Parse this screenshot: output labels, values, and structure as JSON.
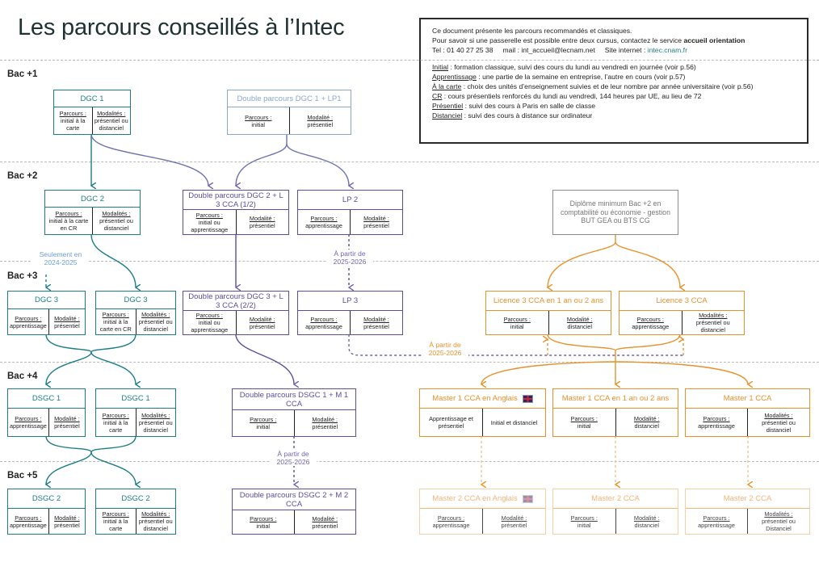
{
  "title": "Les parcours conseillés à l’Intec",
  "info": {
    "intro1": "Ce document présente les parcours recommandés et classiques.",
    "intro2_pre": "Pour savoir si une passerelle est possible entre deux cursus, contactez le service ",
    "intro2_bold": "accueil orientation",
    "tel": "Tel : 01 40 27 25 38",
    "mail": "mail : int_accueil@lecnam.net",
    "site_label": "Site internet : ",
    "site": "intec.cnam.fr",
    "defs": [
      {
        "term": "Initial",
        "text": " : formation classique, suivi des cours du lundi au vendredi en journée (voir p.56)"
      },
      {
        "term": "Apprentissage",
        "text": " : une partie de la semaine en entreprise, l’autre en cours (voir p.57)"
      },
      {
        "term": "À la carte",
        "text": " : choix des unités d’enseignement suivies et de leur nombre par année universitaire (voir p.56)"
      },
      {
        "term": "CR",
        "text": " : cours présentiels renforcés du lundi au vendredi, 144 heures par UE, au lieu de 72"
      },
      {
        "term": "Présentiel",
        "text": " : suivi des cours à Paris en salle de classe"
      },
      {
        "term": "Distanciel",
        "text": " : suivi des cours à distance sur ordinateur"
      }
    ]
  },
  "levels": [
    "Bac +1",
    "Bac +2",
    "Bac +3",
    "Bac +4",
    "Bac +5"
  ],
  "notes": {
    "seulement": "Seulement en 2024-2025",
    "apartir1": "À partir de 2025-2026",
    "apartir2": "À partir de 2025-2026",
    "apartir3": "À partir de 2025-2026"
  },
  "boxes": {
    "dgc1": {
      "title": "DGC 1",
      "c1l": "Parcours :",
      "c1": "initial à la carte",
      "c2l": "Modalités :",
      "c2": "présentiel ou distanciel"
    },
    "dp_dgc1_lp1": {
      "title": "Double parcours DGC 1 + LP1",
      "c1l": "Parcours :",
      "c1": "initial",
      "c2l": "Modalité :",
      "c2": "présentiel"
    },
    "dgc2": {
      "title": "DGC 2",
      "c1l": "Parcours :",
      "c1": "initial à la carte en CR",
      "c2l": "Modalités :",
      "c2": "présentiel ou distanciel"
    },
    "dp_dgc2_l3": {
      "title": "Double parcours DGC 2 + L 3 CCA (1/2)",
      "c1l": "Parcours :",
      "c1": "initial ou apprentissage",
      "c2l": "Modalité :",
      "c2": "présentiel"
    },
    "lp2": {
      "title": "LP 2",
      "c1l": "Parcours :",
      "c1": "apprentissage",
      "c2l": "Modalité :",
      "c2": "présentiel"
    },
    "diplome": {
      "title": "Diplôme minimum Bac +2 en comptabilité ou économie - gestion BUT GEA ou BTS CG"
    },
    "dgc3a": {
      "title": "DGC 3",
      "c1l": "Parcours :",
      "c1": "apprentissage",
      "c2l": "Modalité :",
      "c2": "présentiel"
    },
    "dgc3b": {
      "title": "DGC 3",
      "c1l": "Parcours :",
      "c1": "initial à la carte en CR",
      "c2l": "Modalités :",
      "c2": "présentiel ou distanciel"
    },
    "dp_dgc3_l3": {
      "title": "Double parcours DGC 3 + L 3 CCA (2/2)",
      "c1l": "Parcours :",
      "c1": "initial ou apprentissage",
      "c2l": "Modalité :",
      "c2": "présentiel"
    },
    "lp3": {
      "title": "LP 3",
      "c1l": "Parcours :",
      "c1": "apprentissage",
      "c2l": "Modalité :",
      "c2": "présentiel"
    },
    "l3cca_1": {
      "title": "Licence 3 CCA en 1 an ou 2 ans",
      "c1l": "Parcours :",
      "c1": "initial",
      "c2l": "Modalité :",
      "c2": "distanciel"
    },
    "l3cca_2": {
      "title": "Licence 3 CCA",
      "c1l": "Parcours :",
      "c1": "apprentissage",
      "c2l": "Modalités :",
      "c2": "présentiel ou distanciel"
    },
    "dsgc1a": {
      "title": "DSGC 1",
      "c1l": "Parcours :",
      "c1": "apprentissage",
      "c2l": "Modalité :",
      "c2": "présentiel"
    },
    "dsgc1b": {
      "title": "DSGC 1",
      "c1l": "Parcours :",
      "c1": "initial à la carte",
      "c2l": "Modalités :",
      "c2": "présentiel ou distanciel"
    },
    "dp_dsgc1_m1": {
      "title": "Double parcours DSGC 1 + M 1 CCA",
      "c1l": "Parcours :",
      "c1": "initial",
      "c2l": "Modalité :",
      "c2": "présentiel"
    },
    "m1_anglais": {
      "title": "Master 1 CCA en Anglais",
      "c1l": "",
      "c1": "Apprentissage et présentiel",
      "c2l": "",
      "c2": "Initial et distanciel"
    },
    "m1_cca": {
      "title": "Master 1 CCA en 1 an ou 2 ans",
      "c1l": "Parcours :",
      "c1": "initial",
      "c2l": "Modalité :",
      "c2": "distanciel"
    },
    "m1_cca2": {
      "title": "Master 1 CCA",
      "c1l": "Parcours :",
      "c1": "apprentissage",
      "c2l": "Modalités :",
      "c2": "présentiel ou distanciel"
    },
    "dsgc2a": {
      "title": "DSGC 2",
      "c1l": "Parcours :",
      "c1": "apprentissage",
      "c2l": "Modalité :",
      "c2": "présentiel"
    },
    "dsgc2b": {
      "title": "DSGC 2",
      "c1l": "Parcours :",
      "c1": "initial à la carte",
      "c2l": "Modalités :",
      "c2": "présentiel ou distanciel"
    },
    "dp_dsgc2_m2": {
      "title": "Double parcours DSGC 2 + M 2 CCA",
      "c1l": "Parcours :",
      "c1": "initial",
      "c2l": "Modalité :",
      "c2": "présentiel"
    },
    "m2_anglais": {
      "title": "Master 2 CCA en Anglais",
      "c1l": "Parcours :",
      "c1": "apprentissage",
      "c2l": "Modalité :",
      "c2": "présentiel"
    },
    "m2_cca": {
      "title": "Master 2 CCA",
      "c1l": "Parcours :",
      "c1": "initial",
      "c2l": "Modalité :",
      "c2": "distanciel"
    },
    "m2_cca2": {
      "title": "Master 2 CCA",
      "c1l": "Parcours :",
      "c1": "apprentissage",
      "c2l": "Modalités :",
      "c2": "présentiel ou Distanciel"
    }
  },
  "colors": {
    "teal": "#1c7d86",
    "light_blue": "#8aa7cf",
    "purple": "#5b4e9c",
    "grey": "#8c8c8c",
    "orange": "#e8912c",
    "light_orange": "#f7cfa3"
  }
}
